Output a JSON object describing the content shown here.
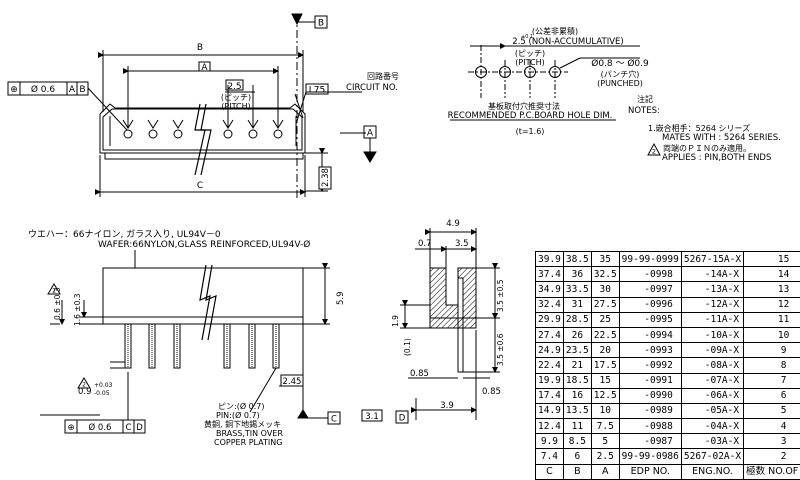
{
  "top_view": {
    "label_B": "B",
    "label_A": "A",
    "label_C": "C",
    "pitch": "2.5",
    "pitch_jp": "(ピッチ)",
    "pitch_en": "(PITCH)",
    "l75": "L75",
    "circuit_jp": "回路番号",
    "circuit_en": "CIRCUIT NO.",
    "tol_symbol": "⊕",
    "tol_value": "Ø 0.6",
    "tol_datum_a": "A",
    "tol_datum_b": "B",
    "datum_B": "B",
    "datum_A": "A",
    "height": "2.38"
  },
  "hole_layout": {
    "accum_jp": "(公差非累積)",
    "accum_en": "2.5 (NON-ACCUMULATIVE)",
    "accum_tol": "+0.1",
    "pitch_jp": "(ピッチ)",
    "pitch_en": "(PITCH)",
    "hole_dim": "Ø0.8 ～ Ø0.9",
    "punched_jp": "(パンチ穴)",
    "punched_en": "(PUNCHED)",
    "title_jp": "基板取付穴推奨寸法",
    "title_en": "RECOMMENDED P.C.BOARD HOLE DIM.",
    "thickness": "(t=1.6)"
  },
  "notes": {
    "title_jp": "注記",
    "title_en": "NOTES:",
    "n1_jp": "1.嵌合相手：5264 シリーズ",
    "n1_en": "MATES WITH : 5264 SERIES.",
    "n2_num": "2",
    "n2_jp": "両端のＰＩＮのみ適用。",
    "n2_en": "APPLIES : PIN,BOTH ENDS"
  },
  "material": {
    "wafer_jp": "ウエハー：66ナイロン, ガラス入り, UL94V－0",
    "wafer_en": "WAFER:66NYLON,GLASS REINFORCED,UL94V-Ø"
  },
  "front_view": {
    "dim_59": "5.9",
    "dim_16": "1.6 ±0.3",
    "dim_06": "0.6 ±0.3",
    "note2": "2",
    "tol_03": "+0.03",
    "tol_005": "-0.05",
    "dim_09": "0.9",
    "note2b": "2",
    "dim_245": "2.45",
    "dim_31": "3.1",
    "pin_jp": "ピン:(Ø 0.7)",
    "pin_en": "PIN:(Ø 0.7)",
    "plating_jp": "黄銅, 銅下地錫メッキ",
    "plating_en1": "BRASS,TIN OVER",
    "plating_en2": "COPPER PLATING",
    "tol2_symbol": "⊕",
    "tol2_value": "Ø 0.6",
    "tol2_datum_c": "C",
    "tol2_datum_d": "D",
    "datum_C": "C",
    "datum_D": "D"
  },
  "side_view": {
    "dim_49": "4.9",
    "dim_07": "0.7",
    "dim_35": "3.5",
    "dim_35b": "3.5 ±0.5",
    "dim_35c": "3.5 ±0.6",
    "dim_19": "1.9",
    "dim_01": "(0.1)",
    "dim_085a": "0.85",
    "dim_085b": "0.85",
    "dim_39": "3.9"
  },
  "table": {
    "headers": [
      "C",
      "B",
      "A",
      "EDP NO.",
      "ENG.NO.",
      "極数 NO.OF CKT."
    ],
    "rows": [
      [
        "39.9",
        "38.5",
        "35",
        "99-99-0999",
        "5267-15A-X",
        "15"
      ],
      [
        "37.4",
        "36",
        "32.5",
        "-0998",
        "-14A-X",
        "14"
      ],
      [
        "34.9",
        "33.5",
        "30",
        "-0997",
        "-13A-X",
        "13"
      ],
      [
        "32.4",
        "31",
        "27.5",
        "-0996",
        "-12A-X",
        "12"
      ],
      [
        "29.9",
        "28.5",
        "25",
        "-0995",
        "-11A-X",
        "11"
      ],
      [
        "27.4",
        "26",
        "22.5",
        "-0994",
        "-10A-X",
        "10"
      ],
      [
        "24.9",
        "23.5",
        "20",
        "-0993",
        "-09A-X",
        "9"
      ],
      [
        "22.4",
        "21",
        "17.5",
        "-0992",
        "-08A-X",
        "8"
      ],
      [
        "19.9",
        "18.5",
        "15",
        "-0991",
        "-07A-X",
        "7"
      ],
      [
        "17.4",
        "16",
        "12.5",
        "-0990",
        "-06A-X",
        "6"
      ],
      [
        "14.9",
        "13.5",
        "10",
        "-0989",
        "-05A-X",
        "5"
      ],
      [
        "12.4",
        "11",
        "7.5",
        "-0988",
        "-04A-X",
        "4"
      ],
      [
        "9.9",
        "8.5",
        "5",
        "-0987",
        "-03A-X",
        "3"
      ],
      [
        "7.4",
        "6",
        "2.5",
        "99-99-0986",
        "5267-02A-X",
        "2"
      ]
    ]
  }
}
